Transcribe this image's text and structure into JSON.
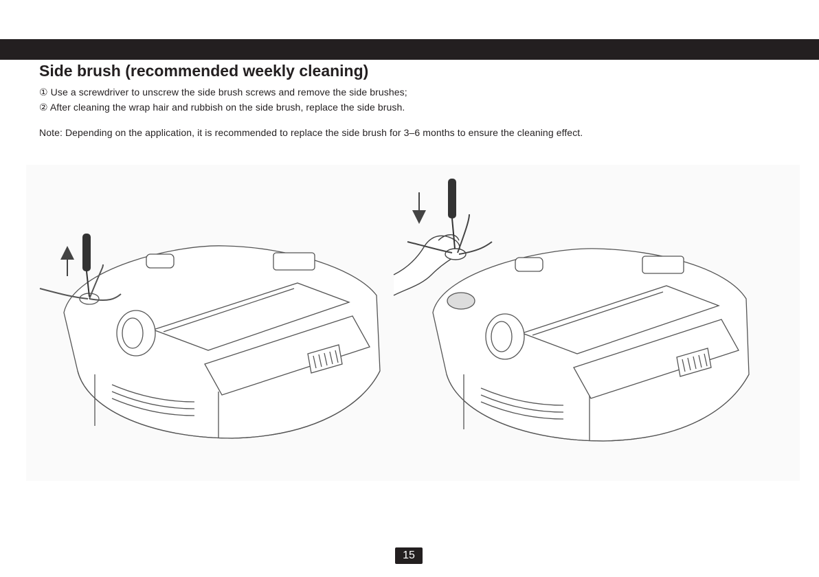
{
  "header": {
    "bar_color": "#231f20"
  },
  "title": "Side brush (recommended weekly cleaning)",
  "steps": [
    "① Use a screwdriver to unscrew the side brush screws and remove the side brushes;",
    "② After cleaning the wrap hair and rubbish on the side brush, replace the side brush."
  ],
  "note": "Note: Depending on the application, it is recommended to replace the side brush for 3–6 months to ensure the cleaning effect.",
  "illustrations": {
    "left": {
      "arrow": "up-arrow-icon",
      "tool": "screwdriver-icon",
      "action": "remove side brush"
    },
    "right": {
      "arrow": "down-arrow-icon",
      "tool": "screwdriver-icon",
      "action": "install side brush by hand"
    }
  },
  "footer": {
    "page_number": "15"
  }
}
